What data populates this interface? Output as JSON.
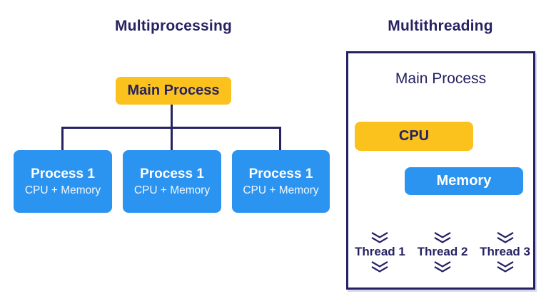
{
  "colors": {
    "navy": "#262262",
    "yellow": "#FBC21D",
    "blue": "#2B93F0",
    "background": "#ffffff"
  },
  "left": {
    "title": "Multiprocessing",
    "main_box": {
      "label": "Main Process"
    },
    "processes": [
      {
        "title": "Process 1",
        "subtitle": "CPU + Memory"
      },
      {
        "title": "Process 1",
        "subtitle": "CPU + Memory"
      },
      {
        "title": "Process 1",
        "subtitle": "CPU + Memory"
      }
    ]
  },
  "right": {
    "title": "Multithreading",
    "panel": {
      "heading": "Main Process",
      "cpu_label": "CPU",
      "memory_label": "Memory",
      "threads": [
        {
          "label": "Thread 1"
        },
        {
          "label": "Thread 2"
        },
        {
          "label": "Thread 3"
        }
      ]
    }
  }
}
